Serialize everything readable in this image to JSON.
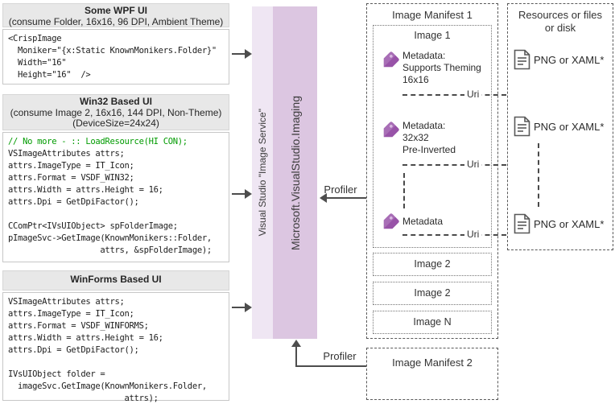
{
  "panels": [
    {
      "title": "Some WPF UI",
      "subtitle_lines": [
        "(consume Folder, 16x16, 96 DPI, Ambient Theme)"
      ],
      "code_lines": [
        {
          "t": "<CrispImage"
        },
        {
          "t": "  Moniker=\"{x:Static KnownMonikers.Folder}\""
        },
        {
          "t": "  Width=\"16\""
        },
        {
          "t": "  Height=\"16\"  />"
        }
      ]
    },
    {
      "title": "Win32 Based UI",
      "subtitle_lines": [
        "(consume Image 2, 16x16, 144 DPI, Non-Theme)",
        "(DeviceSize=24x24)"
      ],
      "code_lines": [
        {
          "t": "// No more - :: LoadResource(HI CON);",
          "c": "comment"
        },
        {
          "t": "VSImageAttributes attrs;"
        },
        {
          "t": "attrs.ImageType = IT_Icon;"
        },
        {
          "t": "attrs.Format = VSDF_WIN32;"
        },
        {
          "t": "attrs.Width = attrs.Height = 16;"
        },
        {
          "t": "attrs.Dpi = GetDpiFactor();"
        },
        {
          "t": ""
        },
        {
          "t": "CComPtr<IVsUIObject> spFolderImage;"
        },
        {
          "t": "pImageSvc->GetImage(KnownMonikers::Folder,"
        },
        {
          "t": "                   attrs, &spFolderImage);"
        }
      ]
    },
    {
      "title": "WinForms Based UI",
      "subtitle_lines": [],
      "code_lines": [
        {
          "t": "VSImageAttributes attrs;"
        },
        {
          "t": "attrs.ImageType = IT_Icon;"
        },
        {
          "t": "attrs.Format = VSDF_WINFORMS;"
        },
        {
          "t": "attrs.Width = attrs.Height = 16;"
        },
        {
          "t": "attrs.Dpi = GetDpiFactor();"
        },
        {
          "t": ""
        },
        {
          "t": "IVsUIObject folder ="
        },
        {
          "t": "  imageSvc.GetImage(KnownMonikers.Folder,"
        },
        {
          "t": "                        attrs);"
        }
      ]
    }
  ],
  "service_bars": {
    "front": "Visual Studio \"Image Service\"",
    "back": "Microsoft.VisualStudio.Imaging"
  },
  "profiler_top_label": "Profiler",
  "profiler_bottom_label": "Profiler",
  "manifest1": {
    "title": "Image Manifest 1",
    "image1": {
      "title": "Image 1",
      "entries": [
        {
          "lines": [
            "Metadata:",
            "Supports Theming",
            "16x16"
          ],
          "uri_label": "Uri"
        },
        {
          "lines": [
            "Metadata:",
            "32x32",
            "Pre-Inverted"
          ],
          "uri_label": "Uri"
        },
        {
          "lines": [
            "Metadata"
          ],
          "uri_label": "Uri"
        }
      ]
    },
    "images": [
      "Image 2",
      "Image 2",
      "Image N"
    ]
  },
  "manifest2": {
    "title": "Image Manifest 2"
  },
  "resources": {
    "title_line1": "Resources or files",
    "title_line2": "or disk",
    "files": [
      "PNG or XAML*",
      "PNG or XAML*",
      "PNG or XAML*"
    ]
  },
  "colors": {
    "bar_front": "#efe6f3",
    "bar_back": "#dcc6e1",
    "tag_purple": "#9853a8",
    "comment_green": "#009b00",
    "arrow_gray": "#4d4d4d"
  }
}
